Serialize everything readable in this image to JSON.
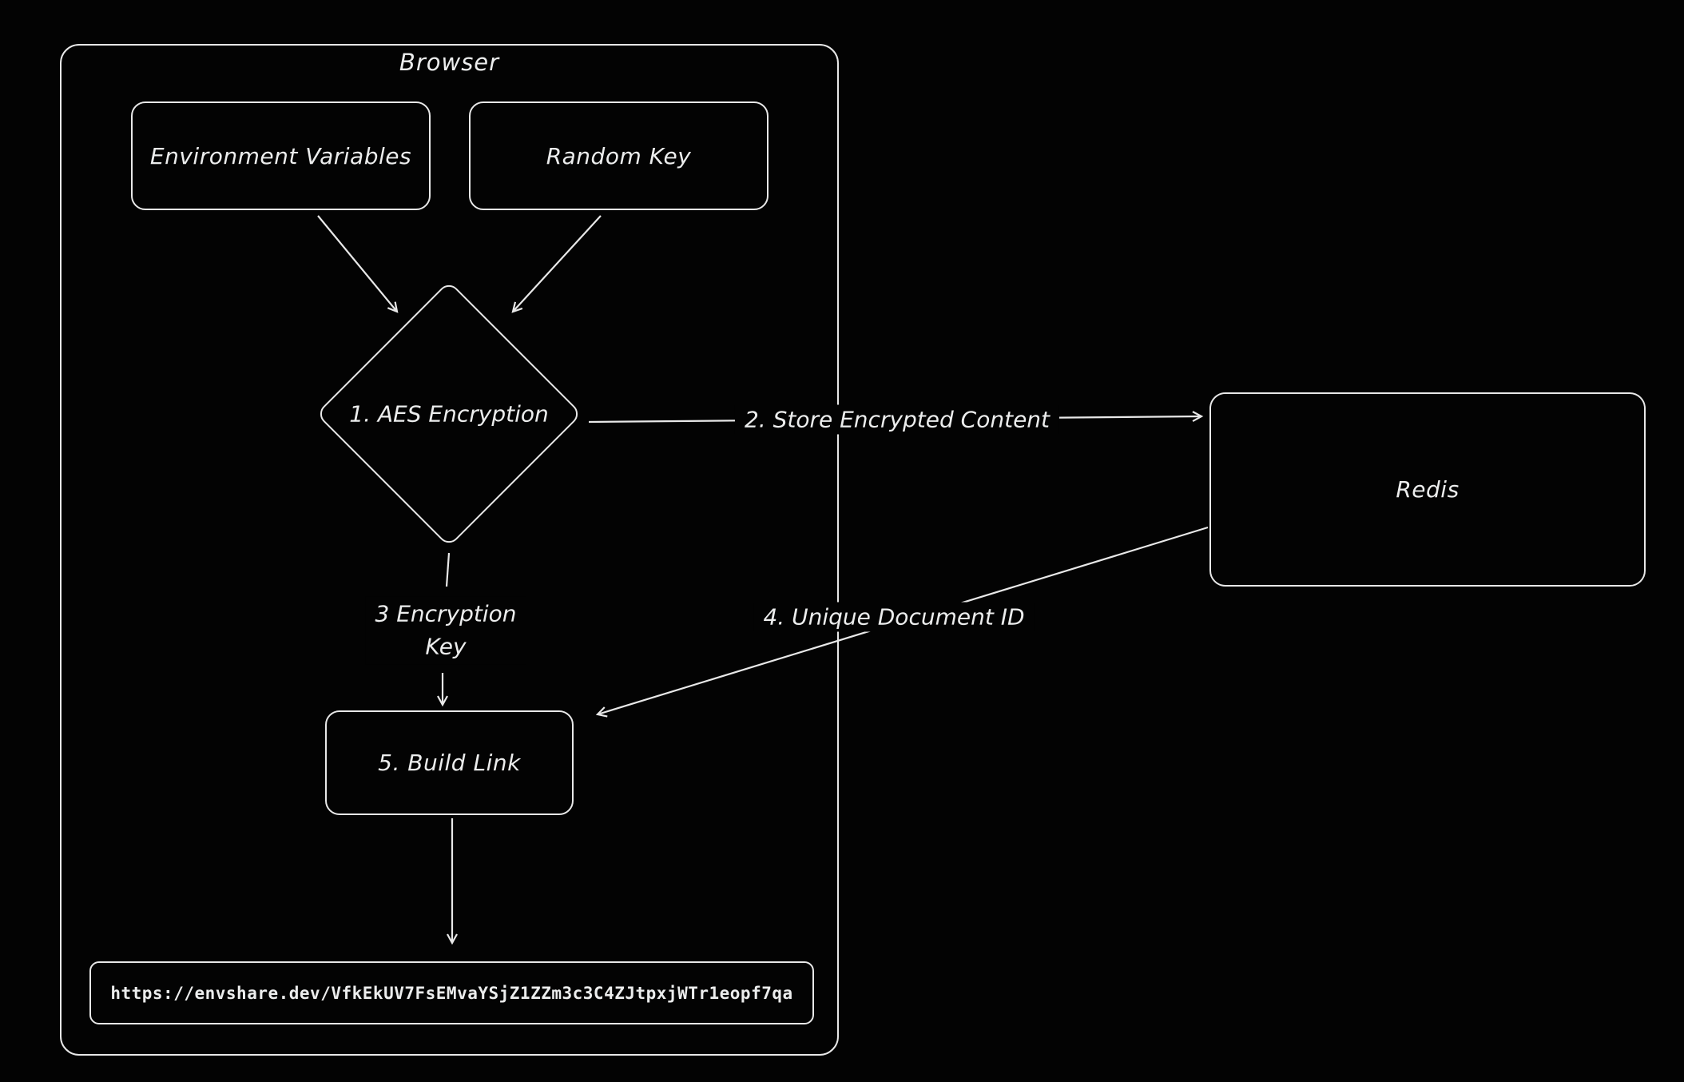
{
  "diagram": {
    "frame_label": "Browser",
    "nodes": {
      "env_vars": "Environment Variables",
      "random_key": "Random Key",
      "aes_encryption": "1. AES Encryption",
      "redis": "Redis",
      "build_link": "5. Build Link",
      "share_url": "https://envshare.dev/VfkEkUV7FsEMvaYSjZ1ZZm3c3C4ZJtpxjWTr1eopf7qa"
    },
    "edges": {
      "store_encrypted": "2. Store Encrypted Content",
      "encryption_key": "3 Encryption\nKey",
      "unique_doc_id": "4. Unique Document ID"
    },
    "colors": {
      "background": "#030303",
      "stroke": "#e8e8e8"
    }
  }
}
